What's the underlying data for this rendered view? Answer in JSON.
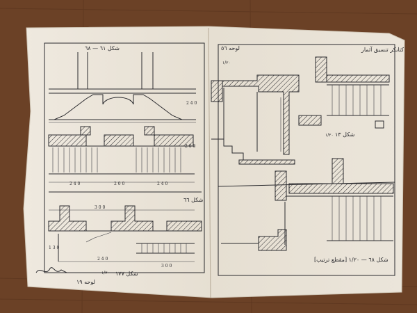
{
  "scene": {
    "background_color": "#6b4126",
    "paper_color": "#ece7dc",
    "ink_color": "#2a2a2e"
  },
  "sheet": {
    "header_left": "شكل ٦١ — ٦٨",
    "header_center": "لوحه ٥٦",
    "header_right": "كتابكر تنسيق آثمار",
    "top_right_scale": "١/٢٠",
    "left_figure_label": "شكل ٦٦",
    "left_bottom_label": "شكل ١٧٧",
    "left_bottom_scale": "١/٢٠",
    "footer_label": "لوحه ١٩",
    "right_top_label": "شكل ١٣",
    "right_top_scale": "١/٢٠",
    "right_bottom_label": "شكل ٦٨ — ١/٢٠ [مقطع ترتيب]",
    "signature": "signature-mark",
    "dims_upper": [
      "2 4 0",
      "2 0 0",
      "2 4 0"
    ],
    "dims_lower": [
      "3 0 0",
      "2 4 0",
      "3 0 0"
    ],
    "side_dims": [
      "2 4 0",
      "2 0 0",
      "1 3 0"
    ]
  }
}
